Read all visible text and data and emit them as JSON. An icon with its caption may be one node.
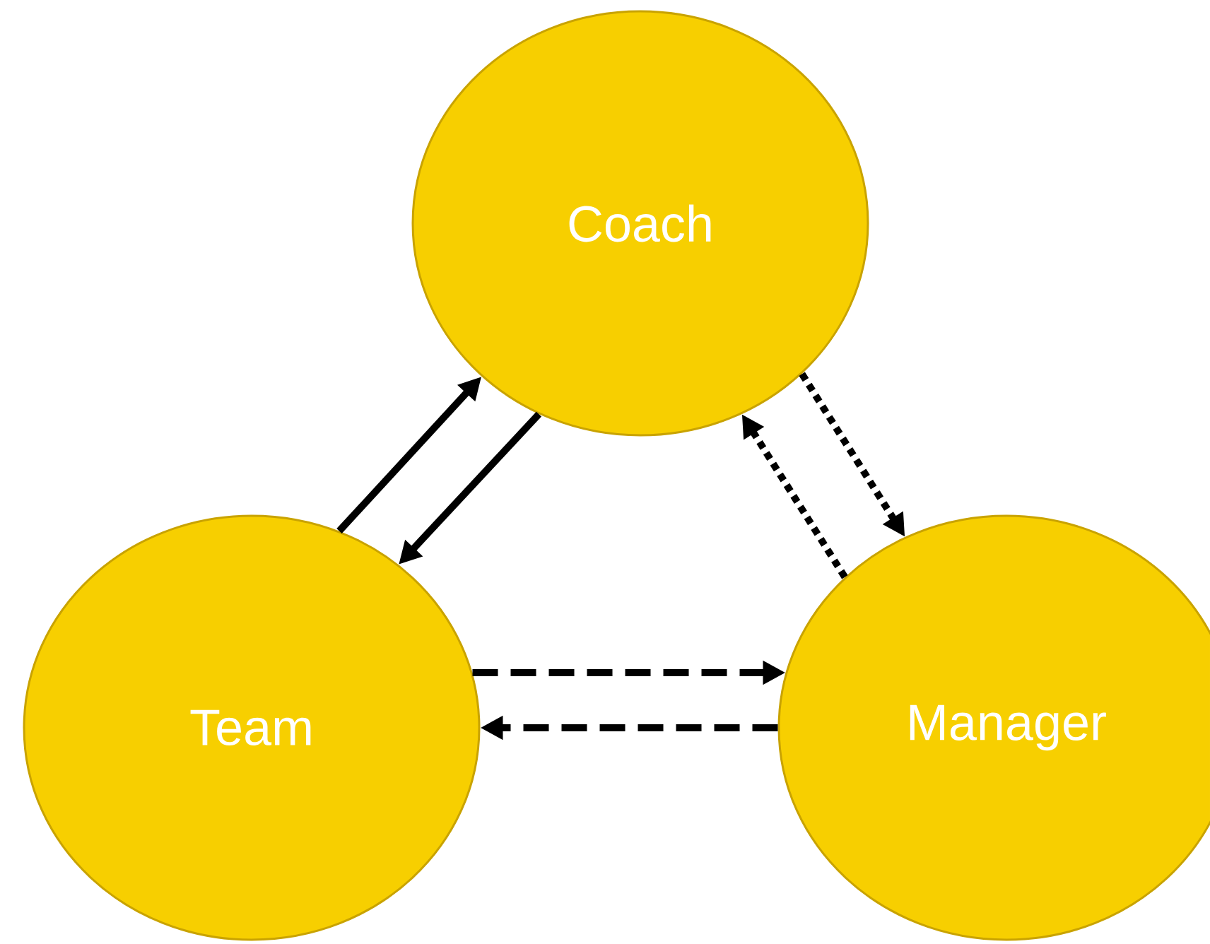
{
  "diagram": {
    "nodes": [
      {
        "text": [
          "Coach"
        ]
      },
      {
        "text": [
          "Team"
        ]
      },
      {
        "text": [
          "Manager"
        ]
      }
    ],
    "edges": [
      {
        "from": 1,
        "to": 0,
        "arrow": "to"
      },
      {
        "from": 0,
        "to": 1,
        "arrow": "to"
      },
      {
        "from": 0,
        "to": 2,
        "arrow": "to",
        "style": "dashed"
      },
      {
        "from": 2,
        "to": 0,
        "arrow": "to",
        "style": "dashed"
      },
      {
        "from": 1,
        "to": 2,
        "arrow": "to",
        "style": "dashed"
      },
      {
        "from": 2,
        "to": 1,
        "arrow": "to",
        "style": "dashed"
      }
    ]
  }
}
